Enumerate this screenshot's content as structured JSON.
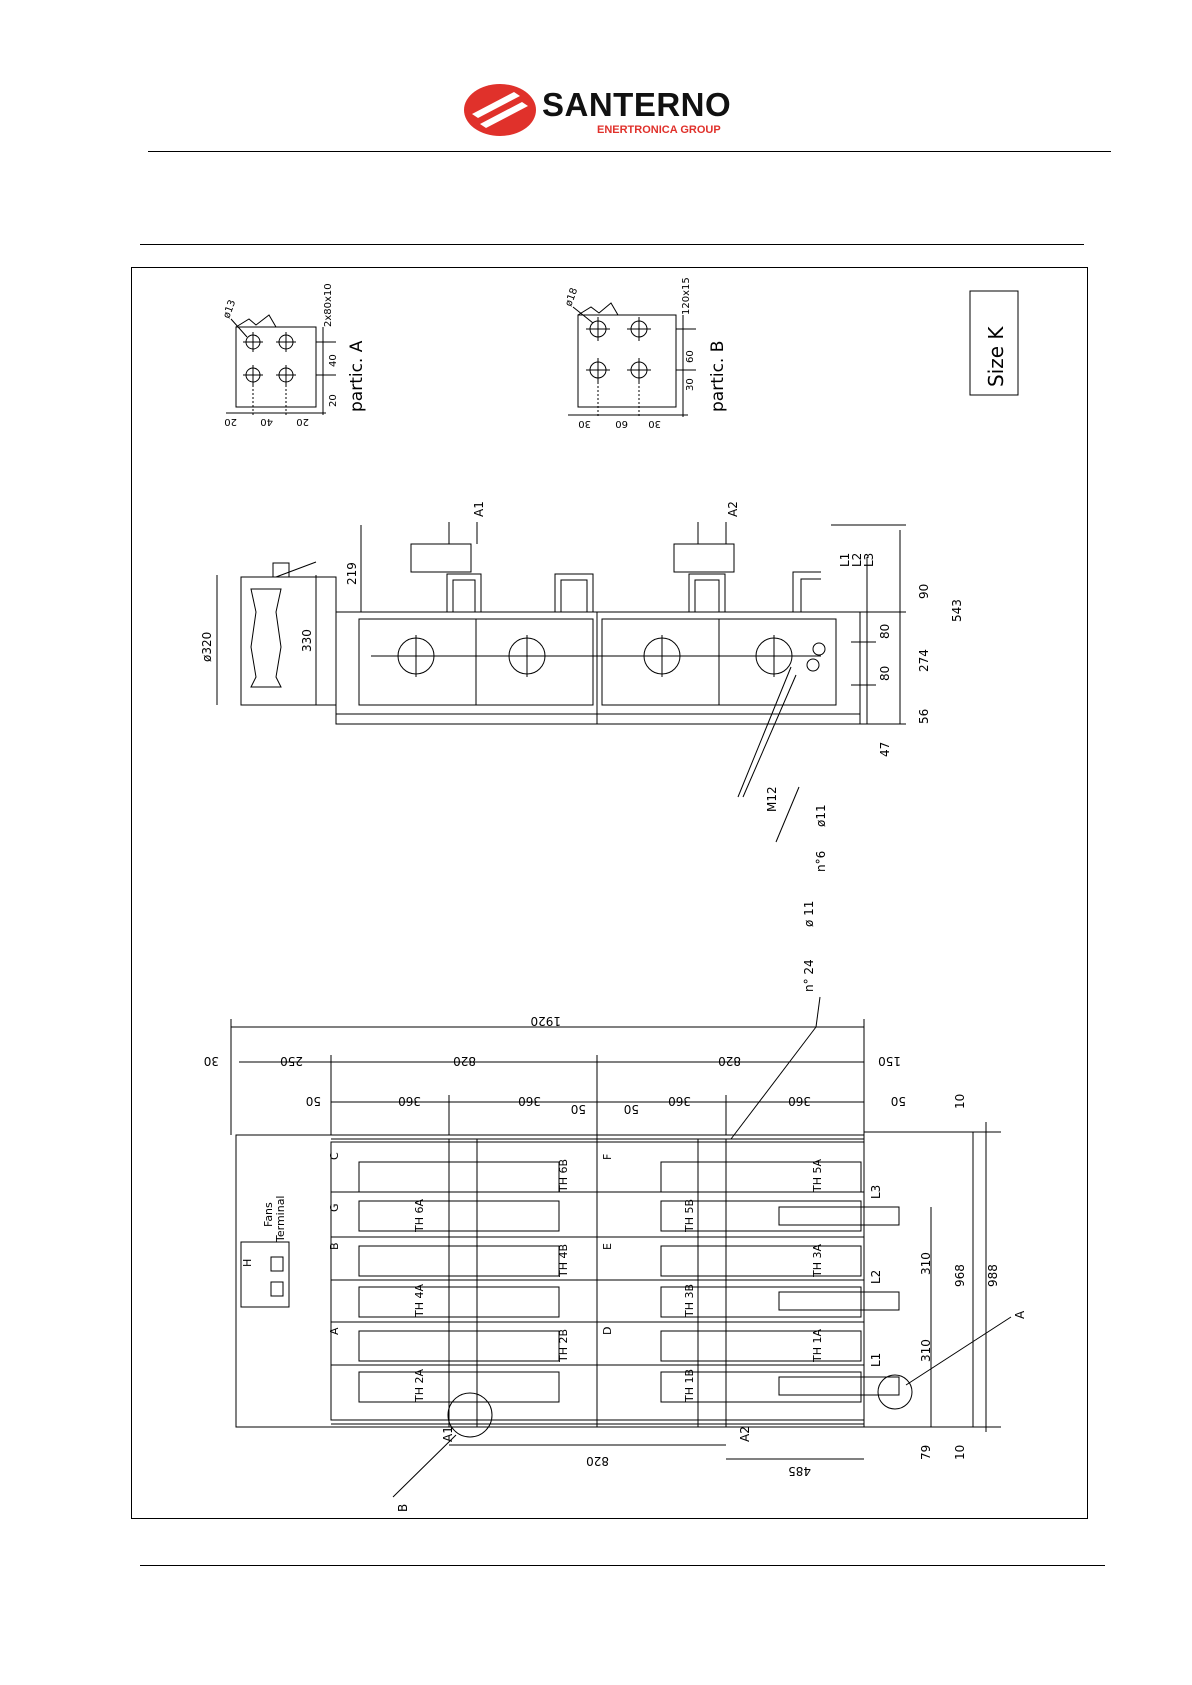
{
  "header": {
    "brand_name": "SANTERNO",
    "brand_subtitle": "ENERTRONICA GROUP",
    "brand_red": "#e0312b"
  },
  "drawing": {
    "size_label": "Size K",
    "detail_a": {
      "title": "partic. A",
      "hole_label": "ø13",
      "bar_label": "2x80x10",
      "dims": [
        "40",
        "20",
        "20",
        "40",
        "20"
      ]
    },
    "detail_b": {
      "title": "partic. B",
      "hole_label": "ø18",
      "bar_label": "120x15",
      "dims": [
        "60",
        "30",
        "30",
        "60",
        "30"
      ]
    },
    "side_view": {
      "terminal_a1": "A1",
      "terminal_a2": "A2",
      "phase_labels": [
        "L1",
        "L2",
        "L3"
      ],
      "dia_320": "ø320",
      "dim_330": "330",
      "dim_219": "219",
      "dim_90": "90",
      "dim_80a": "80",
      "dim_80b": "80",
      "dim_274": "274",
      "dim_543": "543",
      "dim_56": "56",
      "dim_47": "47",
      "ground_note": "M12",
      "hole_note": "ø11",
      "count_note": "n°6"
    },
    "top_view": {
      "hole_note_count": "n° 24",
      "hole_note_dia": "ø 11",
      "dim_1920": "1920",
      "dim_30": "30",
      "dim_250": "250",
      "dim_820a": "820",
      "dim_820b": "820",
      "dim_150": "150",
      "dim_50a": "50",
      "dim_360a": "360",
      "dim_360b": "360",
      "dim_50b": "50",
      "dim_50c": "50",
      "dim_360c": "360",
      "dim_360d": "360",
      "dim_50d": "50",
      "dim_10a": "10",
      "dim_10b": "10",
      "dim_310a": "310",
      "dim_310b": "310",
      "dim_968": "968",
      "dim_988": "988",
      "dim_79": "79",
      "dim_820c": "820",
      "dim_485": "485",
      "fans_label": "Fans",
      "terminal_label": "Terminal",
      "letter_h": "H",
      "row_letters_left": [
        "C",
        "G",
        "B",
        "A"
      ],
      "row_letters_mid": [
        "F",
        "E",
        "D"
      ],
      "thyristors_left_upper": [
        "TH 6B",
        "TH 4B",
        "TH 2B"
      ],
      "thyristors_left_lower": [
        "TH 6A",
        "TH 4A",
        "TH 2A"
      ],
      "thyristors_right_upper": [
        "TH 5A",
        "TH 3A",
        "TH 1A"
      ],
      "thyristors_right_lower": [
        "TH 5B",
        "TH 3B",
        "TH 1B"
      ],
      "phase_labels": [
        "L3",
        "L2",
        "L1"
      ],
      "callout_a": "A",
      "callout_b": "B",
      "a1": "A1",
      "a2": "A2"
    }
  }
}
